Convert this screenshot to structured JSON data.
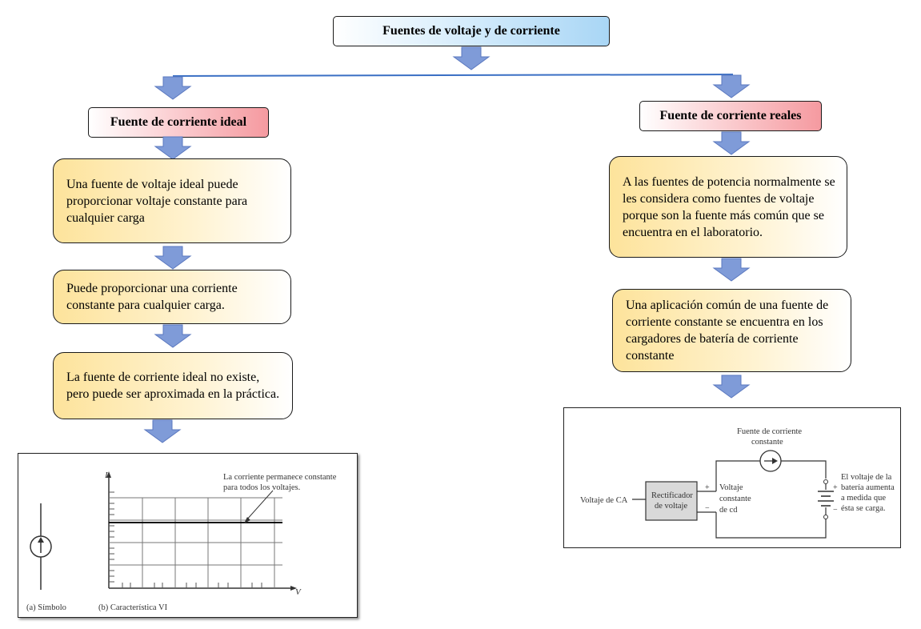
{
  "title": "Fuentes de voltaje y de corriente",
  "left": {
    "heading": "Fuente de corriente ideal",
    "notes": [
      "Una fuente de voltaje ideal puede proporcionar voltaje constante para cualquier carga",
      "Puede proporcionar una corriente constante para cualquier carga.",
      "La fuente de corriente ideal no existe, pero puede ser aproximada en la práctica."
    ],
    "figure": {
      "annotation_line1": "La corriente permanece constante",
      "annotation_line2": "para todos los voltajes.",
      "y_axis_label": "I",
      "x_axis_label": "V",
      "caption_a": "(a) Símbolo",
      "caption_b": "(b) Característica VI"
    }
  },
  "right": {
    "heading": "Fuente de corriente reales",
    "notes": [
      "A las fuentes de potencia normalmente se les considera como fuentes de voltaje porque son la fuente más común que se encuentra en el laboratorio.",
      "Una aplicación común de una fuente de corriente constante se encuentra en los cargadores de batería de corriente constante"
    ],
    "figure": {
      "source_label_1": "Fuente de corriente",
      "source_label_2": "constante",
      "ac_label": "Voltaje de CA",
      "rectifier_1": "Rectificador",
      "rectifier_2": "de voltaje",
      "dc_1": "Voltaje",
      "dc_2": "constante",
      "dc_3": "de cd",
      "plus": "+",
      "minus": "−",
      "battery_1": "El voltaje de la",
      "battery_2": "batería aumenta",
      "battery_3": "a medida que",
      "battery_4": "ésta se carga."
    }
  },
  "colors": {
    "arrow_fill": "#7f9bd8",
    "arrow_stroke": "#5b78bf",
    "connector": "#3a6fc4",
    "title_grad_end": "#a9d6f5",
    "heading_grad_end": "#f59aa0",
    "note_grad_start": "#fde39b"
  }
}
